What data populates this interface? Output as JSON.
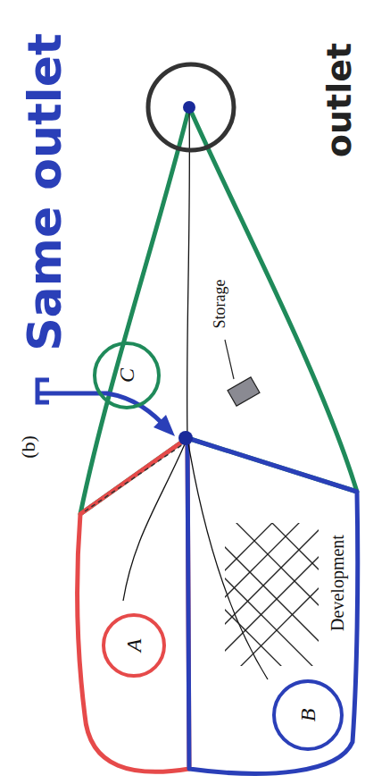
{
  "diagram": {
    "nodes": [
      {
        "text": [
          "A"
        ]
      },
      {
        "text": [
          "B"
        ]
      },
      {
        "text": [
          "C"
        ]
      }
    ],
    "labels": [
      "(b)",
      "Storage",
      "Development",
      "Same outlet",
      "outlet"
    ]
  }
}
